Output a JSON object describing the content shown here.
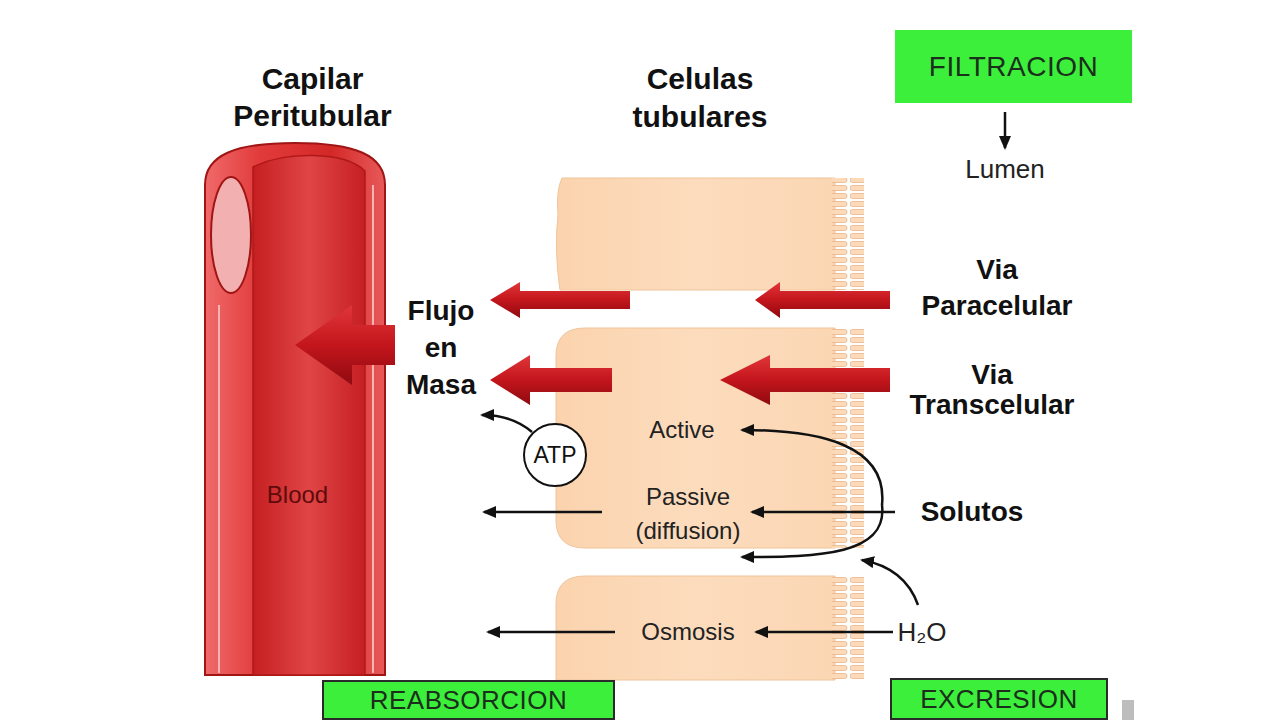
{
  "diagram": {
    "nodes": [
      {
        "text": [
          "Capilar Peritubular",
          "Blood"
        ]
      },
      {
        "text": [
          "FILTRACION"
        ]
      },
      {
        "text": [
          "ATP"
        ]
      },
      {
        "text": [
          "REABSORCION"
        ]
      },
      {
        "text": [
          "EXCRESION"
        ]
      }
    ],
    "labels": [
      "Celulas tubulares",
      "Lumen",
      "Via Paracelular",
      "Flujo en Masa",
      "Via Transcelular",
      "Active",
      "Passive (diffusion)",
      "Solutos",
      "Osmosis",
      "H₂O"
    ]
  }
}
